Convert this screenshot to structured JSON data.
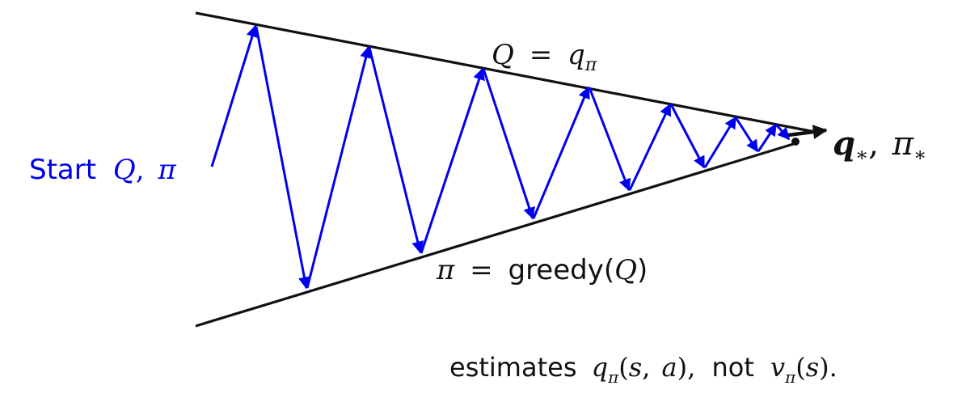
{
  "diagram": {
    "start_label": "Start",
    "start_var_q": "Q",
    "start_sep": ",",
    "start_var_pi": "π",
    "top_label_q": "Q",
    "top_label_eq": "=",
    "top_label_q_pi": "q",
    "top_label_q_sub": "π",
    "bottom_label_pi": "π",
    "bottom_label_eq": "=",
    "bottom_label_func": "greedy(",
    "bottom_label_arg": "Q",
    "bottom_label_close": ")",
    "converge_q": "q",
    "converge_q_sub": "∗",
    "converge_sep": ",",
    "converge_pi": "π",
    "converge_pi_sub": "∗",
    "note_text_1": "estimates",
    "note_q": "q",
    "note_q_sub": "π",
    "note_args_open": "(",
    "note_s1": "s",
    "note_comma": ",",
    "note_a": "a",
    "note_args_close": "),",
    "note_not": "not",
    "note_v": "v",
    "note_v_sub": "π",
    "note_args2_open": "(",
    "note_s2": "s",
    "note_args2_close": ").",
    "colors": {
      "arrows": "#0000ee",
      "lines": "#111111",
      "start_label": "#0000ee"
    }
  }
}
